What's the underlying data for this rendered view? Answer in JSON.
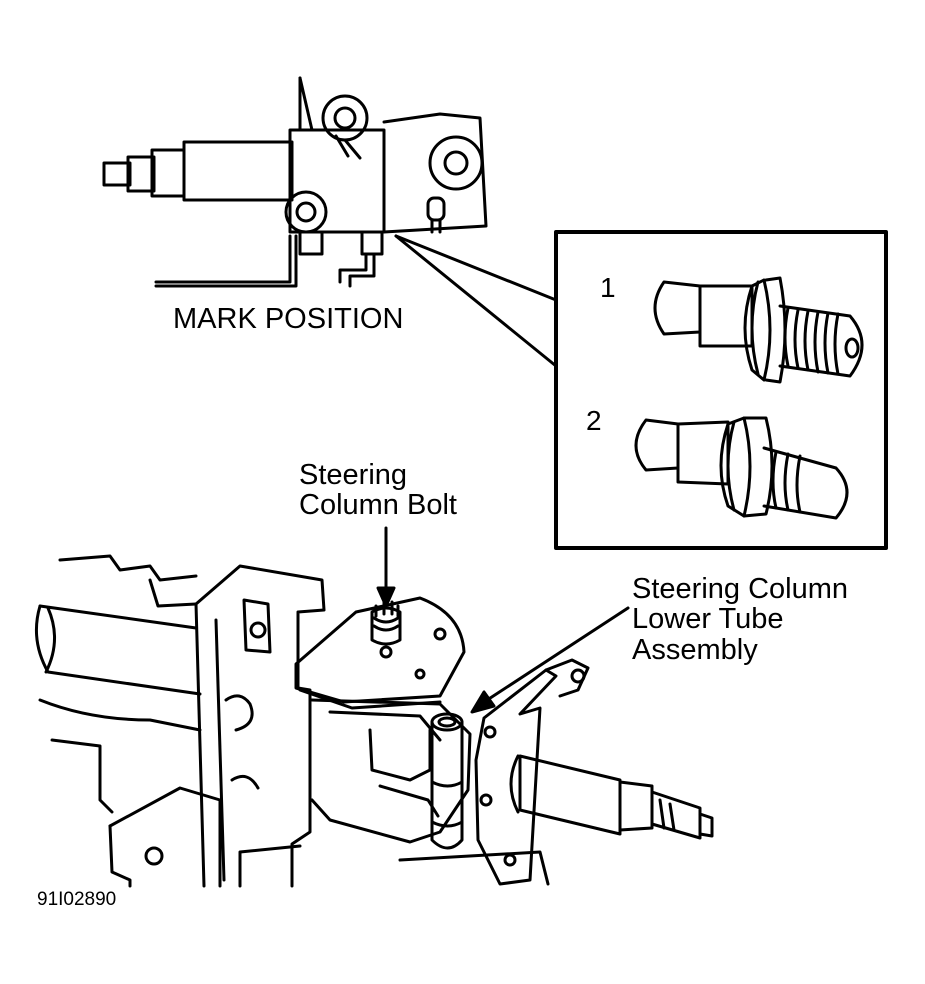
{
  "labels": {
    "mark_position": "MARK POSITION",
    "part_1": "1",
    "part_2": "2",
    "bolt_line1": "Steering",
    "bolt_line2": "Column Bolt",
    "tube_line1": "Steering Column",
    "tube_line2": "Lower Tube",
    "tube_line3": "Assembly",
    "figure_id": "91I02890"
  }
}
